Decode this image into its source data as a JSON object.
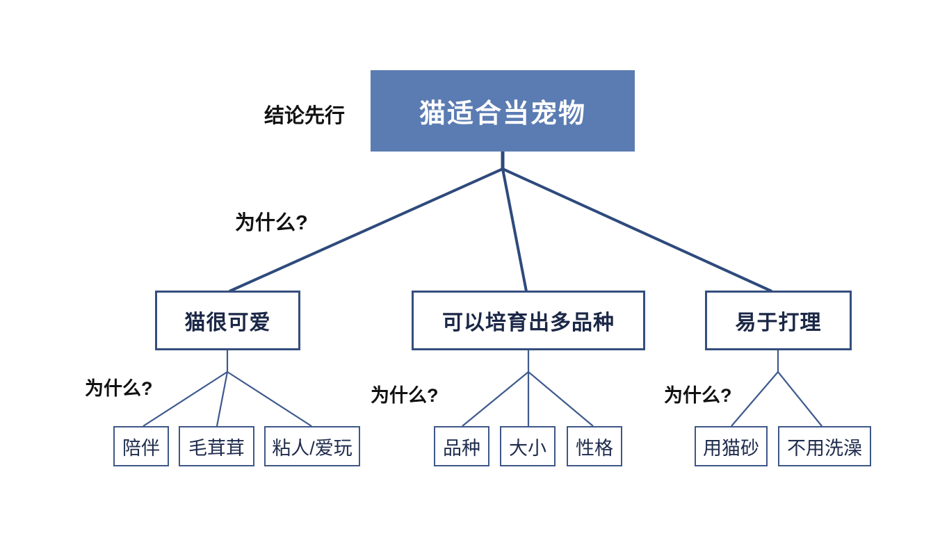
{
  "diagram": {
    "type": "tree",
    "title_label": "结论先行",
    "why_labels": [
      "为什么?",
      "为什么?",
      "为什么?",
      "为什么?"
    ],
    "root": {
      "label": "猫适合当宠物"
    },
    "branches": [
      {
        "label": "猫很可爱",
        "children": [
          "陪伴",
          "毛茸茸",
          "粘人/爱玩"
        ]
      },
      {
        "label": "可以培育出多品种",
        "children": [
          "品种",
          "大小",
          "性格"
        ]
      },
      {
        "label": "易于打理",
        "children": [
          "用猫砂",
          "不用洗澡"
        ]
      }
    ]
  },
  "colors": {
    "background": "#ffffff",
    "root_fill": "#5b7cb2",
    "root_text": "#ffffff",
    "root_connector": "#2e4a7c",
    "branch_connector": "#3e5a8e",
    "branch_border": "#344e7d",
    "leaf_border": "#3e5788",
    "node_text": "#1b2746",
    "label_text": "#111111"
  }
}
